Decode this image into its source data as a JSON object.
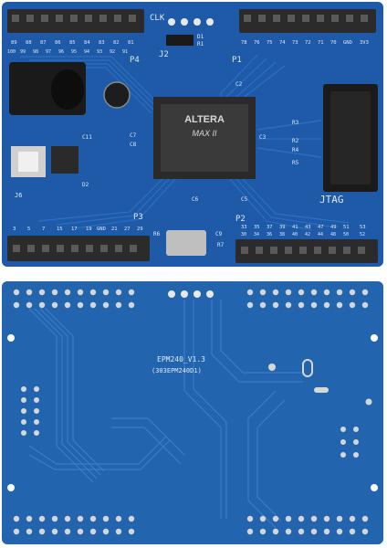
{
  "front": {
    "headers": {
      "p1_label": "P1",
      "p2_label": "P2",
      "p3_label": "P3",
      "p4_label": "P4",
      "j2_label": "J2",
      "j6_label": "J6",
      "jtag_label": "JTAG",
      "clk_label": "CLK"
    },
    "pin_labels": {
      "top_left": [
        "89",
        "88",
        "87",
        "86",
        "85",
        "84",
        "83",
        "82",
        "81"
      ],
      "top_left_sub": [
        "100",
        "99",
        "98",
        "97",
        "96",
        "95",
        "94",
        "93",
        "92",
        "91"
      ],
      "top_right": [
        "78",
        "76",
        "75",
        "74",
        "73",
        "72",
        "71",
        "70",
        "GND",
        "3V3"
      ],
      "bottom_left": [
        "3",
        "5",
        "7",
        "15",
        "17",
        "19",
        "GND",
        "21",
        "27",
        "29"
      ],
      "bottom_right": [
        "33",
        "35",
        "37",
        "39",
        "41",
        "43",
        "47",
        "49",
        "51",
        "53"
      ],
      "bottom_right_sub": [
        "30",
        "34",
        "36",
        "38",
        "40",
        "42",
        "44",
        "48",
        "50",
        "52"
      ]
    },
    "chip": {
      "brand": "ALTERA",
      "series": "MAX II"
    },
    "components": {
      "d1": "D1",
      "r1": "R1",
      "c2": "C2",
      "c7": "C7",
      "c8": "C8",
      "c3": "C3",
      "c6": "C6",
      "c5": "C5",
      "c9": "C9",
      "c11": "C11",
      "d2": "D2",
      "r3": "R3",
      "r2": "R2",
      "r4": "R4",
      "r5": "R5",
      "r6": "R6",
      "r7": "R7"
    }
  },
  "back": {
    "silk_line1": "EPM240_V1.3",
    "silk_line2": "(303EPM240D1)"
  },
  "colors": {
    "pcb": "#1e5aa8",
    "pcb_dark": "#164a8f",
    "trace": "#2c6fc0",
    "header": "#2b2b2b",
    "chip": "#3a3a3a",
    "gold_pad": "#c9c9c9"
  }
}
